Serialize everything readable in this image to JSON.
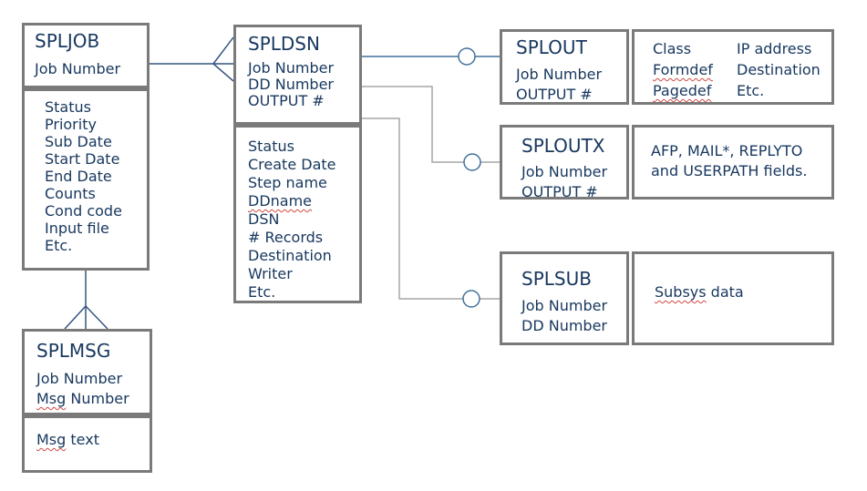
{
  "colors": {
    "text_navy": "#17375e",
    "box_border_gray": "#7a7a7a",
    "connector_gray": "#a6a6a6",
    "connector_blue": "#41719c",
    "crowsfoot_navy": "#33557f",
    "spellcheck_red": "#d04a45"
  },
  "entities": {
    "spljob": {
      "title": "SPLJOB",
      "keys": [
        "Job Number"
      ],
      "attrs": [
        "Status",
        "Priority",
        "Sub Date",
        "Start Date",
        "End Date",
        "Counts",
        "Cond code",
        "Input file",
        "Etc."
      ]
    },
    "spldsn": {
      "title": "SPLDSN",
      "keys": [
        "Job Number",
        "DD Number",
        "OUTPUT #"
      ],
      "attrs": [
        "Status",
        "Create Date",
        "Step name",
        "DDname",
        "DSN",
        "# Records",
        "Destination",
        "Writer",
        "Etc."
      ]
    },
    "splout": {
      "title": "SPLOUT",
      "keys": [
        "Job Number",
        "OUTPUT #"
      ],
      "detail_col1": [
        "Class",
        "Formdef",
        "Pagedef"
      ],
      "detail_col2": [
        "IP address",
        "Destination",
        "Etc."
      ]
    },
    "sploutx": {
      "title": "SPLOUTX",
      "keys": [
        "Job Number",
        "OUTPUT #"
      ],
      "detail_lines": [
        "AFP, MAIL*, REPLYTO",
        "and USERPATH fields."
      ]
    },
    "splsub": {
      "title": "SPLSUB",
      "keys": [
        "Job Number",
        "DD Number"
      ],
      "detail": {
        "word": "Subsys",
        "rest": " data"
      }
    },
    "splmsg": {
      "title": "SPLMSG",
      "keys": [
        "Job Number"
      ],
      "key_msg": {
        "word": "Msg",
        "rest": " Number"
      },
      "text": {
        "word": "Msg",
        "rest": " text"
      }
    }
  },
  "relationships": [
    {
      "from": "SPLJOB",
      "to": "SPLDSN",
      "terminator": "crowsfoot"
    },
    {
      "from": "SPLJOB",
      "to": "SPLMSG",
      "terminator": "crowsfoot"
    },
    {
      "from": "SPLDSN",
      "to": "SPLOUT",
      "terminator": "circle"
    },
    {
      "from": "SPLDSN",
      "to": "SPLOUTX",
      "terminator": "circle"
    },
    {
      "from": "SPLDSN",
      "to": "SPLSUB",
      "terminator": "circle"
    }
  ]
}
